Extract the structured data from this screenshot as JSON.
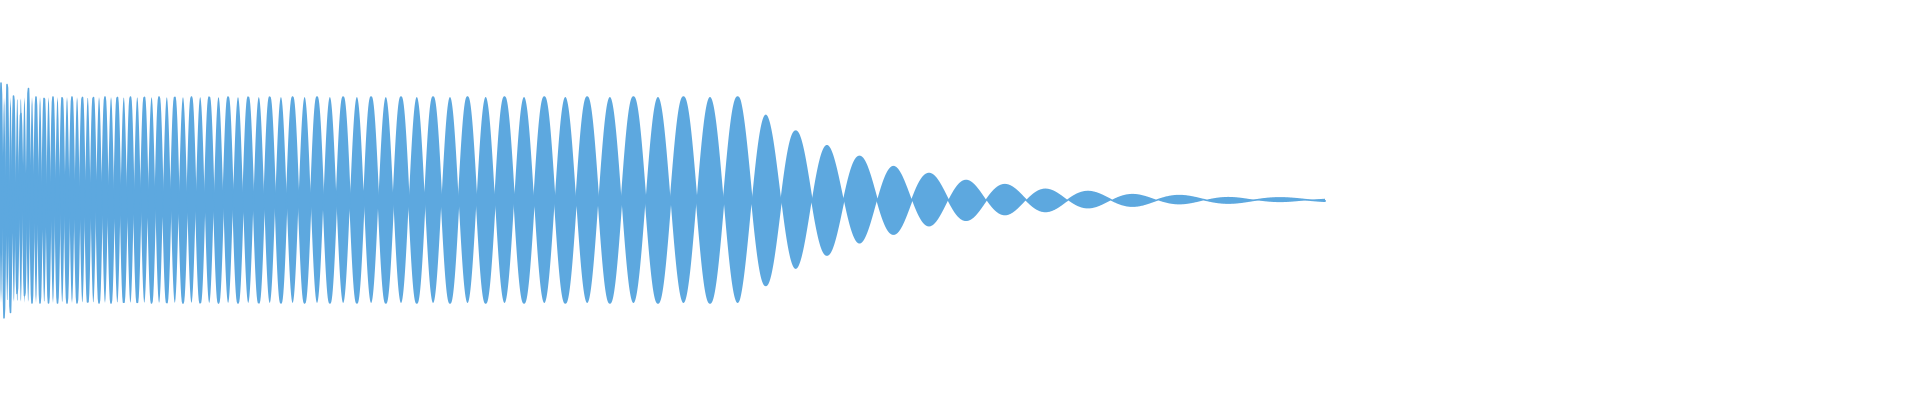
{
  "waveform": {
    "color": "#5DA8DF",
    "background": "#ffffff",
    "description_type": "audio-waveform",
    "amplitude_envelope": {
      "start": 1.0,
      "plateau_until_fraction": 0.38,
      "decay_to_zero_at_fraction": 0.69,
      "trailing_silence": true
    },
    "frequency_profile": "descending-chirp"
  }
}
